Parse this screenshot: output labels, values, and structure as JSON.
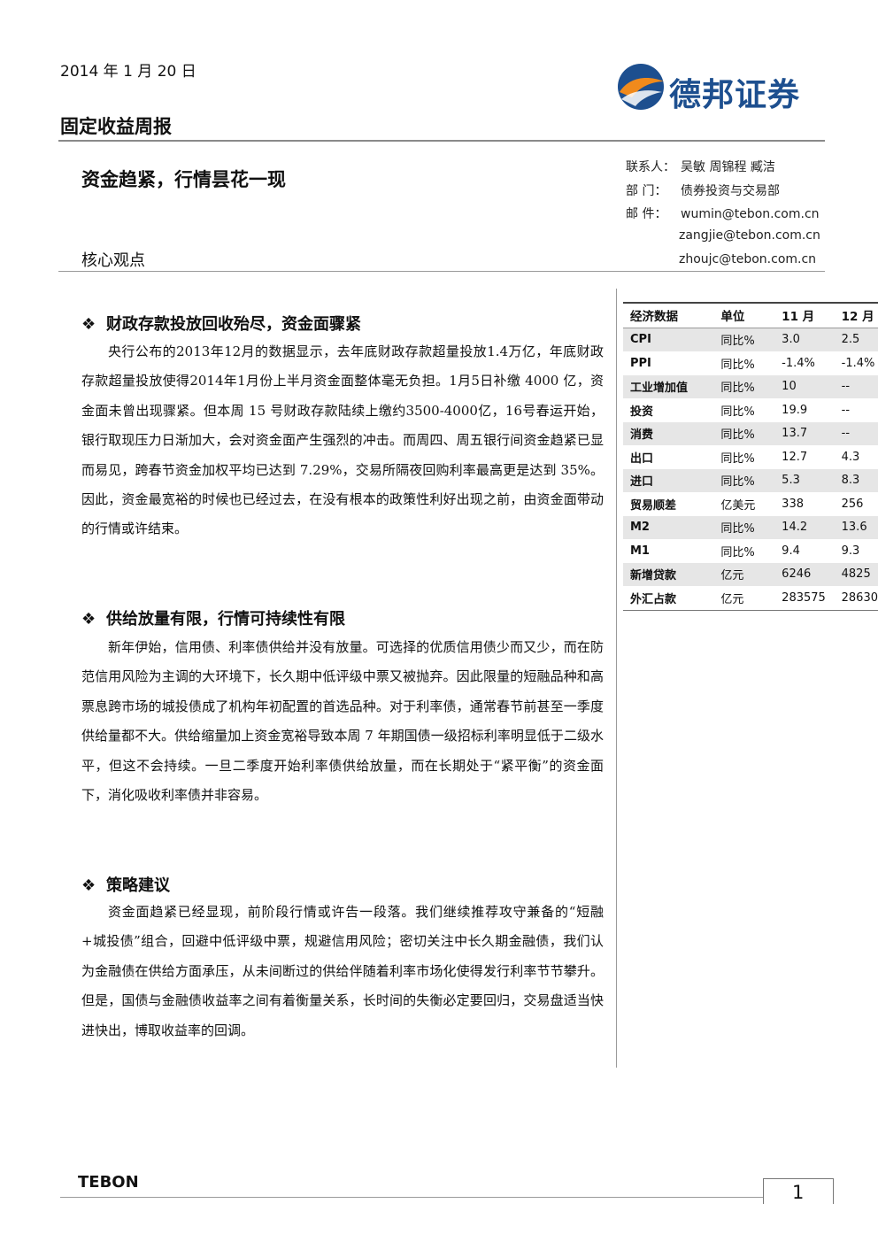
{
  "header": {
    "date": "2014 年 1 月 20 日",
    "logo_text": "德邦证券",
    "report_type": "固定收益周报"
  },
  "headline": "资金趋紧，行情昙花一现",
  "core_label": "核心观点",
  "contact": {
    "people_label": "联系人：",
    "people": "吴敏  周锦程  臧洁",
    "dept_label": "部    门：",
    "dept": "债券投资与交易部",
    "mail_label": "邮    件：",
    "emails": [
      "wumin@tebon.com.cn",
      "zangjie@tebon.com.cn",
      "zhoujc@tebon.com.cn"
    ]
  },
  "sections": [
    {
      "title": "财政存款投放回收殆尽，资金面骤紧",
      "body": "央行公布的2013年12月的数据显示，去年底财政存款超量投放1.4万亿，年底财政存款超量投放使得2014年1月份上半月资金面整体毫无负担。1月5日补缴 4000 亿，资金面未曾出现骤紧。但本周 15 号财政存款陆续上缴约3500-4000亿，16号春运开始，银行取现压力日渐加大，会对资金面产生强烈的冲击。而周四、周五银行间资金趋紧已显而易见，跨春节资金加权平均已达到 7.29%，交易所隔夜回购利率最高更是达到 35%。因此，资金最宽裕的时候也已经过去，在没有根本的政策性利好出现之前，由资金面带动的行情或许结束。"
    },
    {
      "title": "供给放量有限，行情可持续性有限",
      "body": "新年伊始，信用债、利率债供给并没有放量。可选择的优质信用债少而又少，而在防范信用风险为主调的大环境下，长久期中低评级中票又被抛弃。因此限量的短融品种和高票息跨市场的城投债成了机构年初配置的首选品种。对于利率债，通常春节前甚至一季度供给量都不大。供给缩量加上资金宽裕导致本周 7 年期国债一级招标利率明显低于二级水平，但这不会持续。一旦二季度开始利率债供给放量，而在长期处于“紧平衡”的资金面下，消化吸收利率债并非容易。"
    },
    {
      "title": "策略建议",
      "body": "资金面趋紧已经显现，前阶段行情或许告一段落。我们继续推荐攻守兼备的“短融+城投债”组合，回避中低评级中票，规避信用风险；密切关注中长久期金融债，我们认为金融债在供给方面承压，从未间断过的供给伴随着利率市场化使得发行利率节节攀升。但是，国债与金融债收益率之间有着衡量关系，长时间的失衡必定要回归，交易盘适当快进快出，博取收益率的回调。"
    }
  ],
  "econ_table": {
    "headers": [
      "经济数据",
      "单位",
      "11 月",
      "12 月"
    ],
    "rows": [
      {
        "name": "CPI",
        "unit": "同比%",
        "nov": "3.0",
        "dec": "2.5"
      },
      {
        "name": "PPI",
        "unit": "同比%",
        "nov": "-1.4%",
        "dec": "-1.4%"
      },
      {
        "name": "工业增加值",
        "unit": "同比%",
        "nov": "10",
        "dec": "--"
      },
      {
        "name": "投资",
        "unit": "同比%",
        "nov": "19.9",
        "dec": "--"
      },
      {
        "name": "消费",
        "unit": "同比%",
        "nov": "13.7",
        "dec": "--"
      },
      {
        "name": "出口",
        "unit": "同比%",
        "nov": "12.7",
        "dec": "4.3"
      },
      {
        "name": "进口",
        "unit": "同比%",
        "nov": "5.3",
        "dec": "8.3"
      },
      {
        "name": "贸易顺差",
        "unit": "亿美元",
        "nov": "338",
        "dec": "256"
      },
      {
        "name": "M2",
        "unit": "同比%",
        "nov": "14.2",
        "dec": "13.6"
      },
      {
        "name": "M1",
        "unit": "同比%",
        "nov": "9.4",
        "dec": "9.3"
      },
      {
        "name": "新增贷款",
        "unit": "亿元",
        "nov": "6246",
        "dec": "4825"
      },
      {
        "name": "外汇占款",
        "unit": "亿元",
        "nov": "283575",
        "dec": "28630"
      }
    ]
  },
  "footer": {
    "brand": "TEBON",
    "page": "1"
  },
  "colors": {
    "logo_blue": "#1d4f8f",
    "logo_orange": "#f08a1c",
    "row_shade": "#e6e6e6"
  }
}
